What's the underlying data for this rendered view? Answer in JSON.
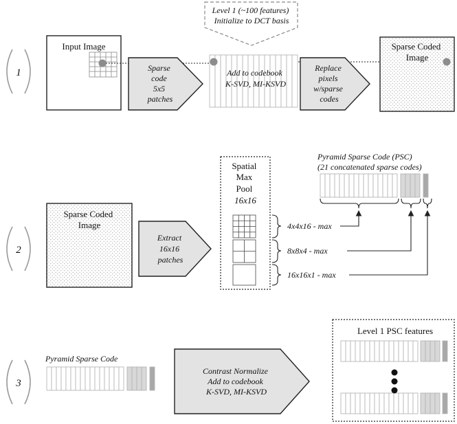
{
  "colors": {
    "stroke": "#222222",
    "light_stroke": "#9a9a9a",
    "dot": "#8c8c8c",
    "shaded": "#cfcfcf",
    "dark_shaded": "#a8a8a8",
    "dots": "#9c9c9c"
  },
  "row1": {
    "step_number": "1",
    "input_image_label": "Input Image",
    "sparse_code_arrow": [
      "Sparse",
      "code",
      "5x5",
      "patches"
    ],
    "level_note": [
      "Level 1 (~100 features)",
      "Initialize to DCT basis"
    ],
    "codebook_text": [
      "Add to codebook",
      "K-SVD, MI-KSVD"
    ],
    "replace_arrow": [
      "Replace",
      "pixels",
      "w/sparse",
      "codes"
    ],
    "sparse_coded_image_label": [
      "Sparse Coded",
      "Image"
    ]
  },
  "row2": {
    "step_number": "2",
    "sparse_coded_image_label": [
      "Sparse Coded",
      "Image"
    ],
    "extract_arrow": [
      "Extract",
      "16x16",
      "patches"
    ],
    "spatial_pool_label": [
      "Spatial",
      "Max",
      "Pool",
      "16x16"
    ],
    "psc_title": [
      "Pyramid Sparse Code (PSC)",
      "(21 concatenated sparse codes)"
    ],
    "pool_levels": [
      "4x4x16 - max",
      "8x8x4 - max",
      "16x16x1 - max"
    ]
  },
  "row3": {
    "step_number": "3",
    "pyramid_sparse_code_label": "Pyramid Sparse Code",
    "contrast_arrow": [
      "Contrast Normalize",
      "Add to codebook",
      "K-SVD, MI-KSVD"
    ],
    "features_label": "Level 1 PSC features"
  }
}
